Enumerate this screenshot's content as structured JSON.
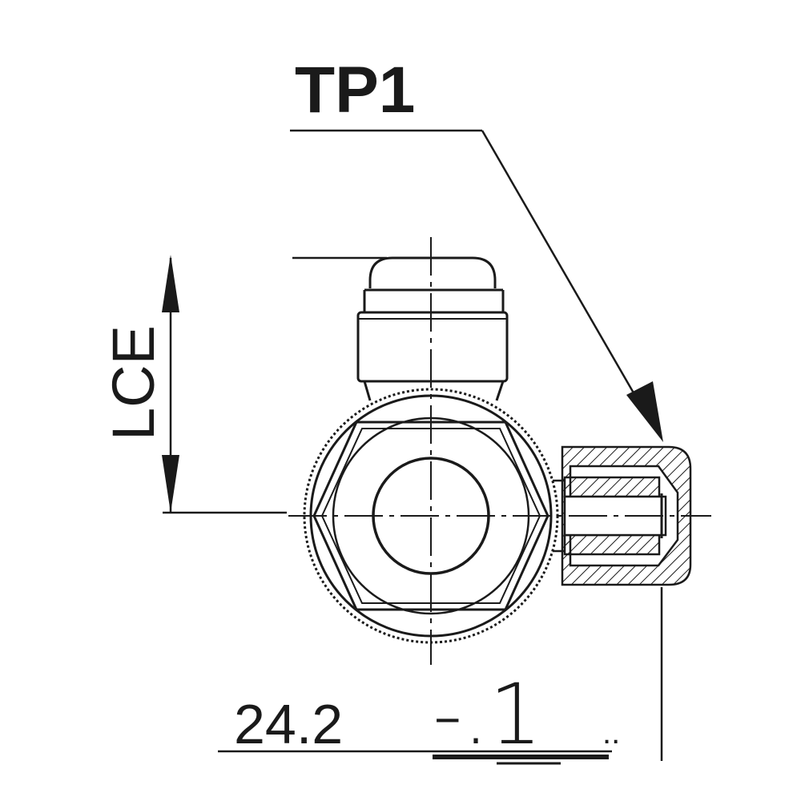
{
  "drawing": {
    "callout": "TP1",
    "vertical_dimension": "LCE",
    "bottom_value": "24.2",
    "bottom_tolerance": "-.1",
    "bottom_trailing": ".."
  },
  "colors": {
    "line": "#1a1a1a",
    "background": "#ffffff"
  }
}
